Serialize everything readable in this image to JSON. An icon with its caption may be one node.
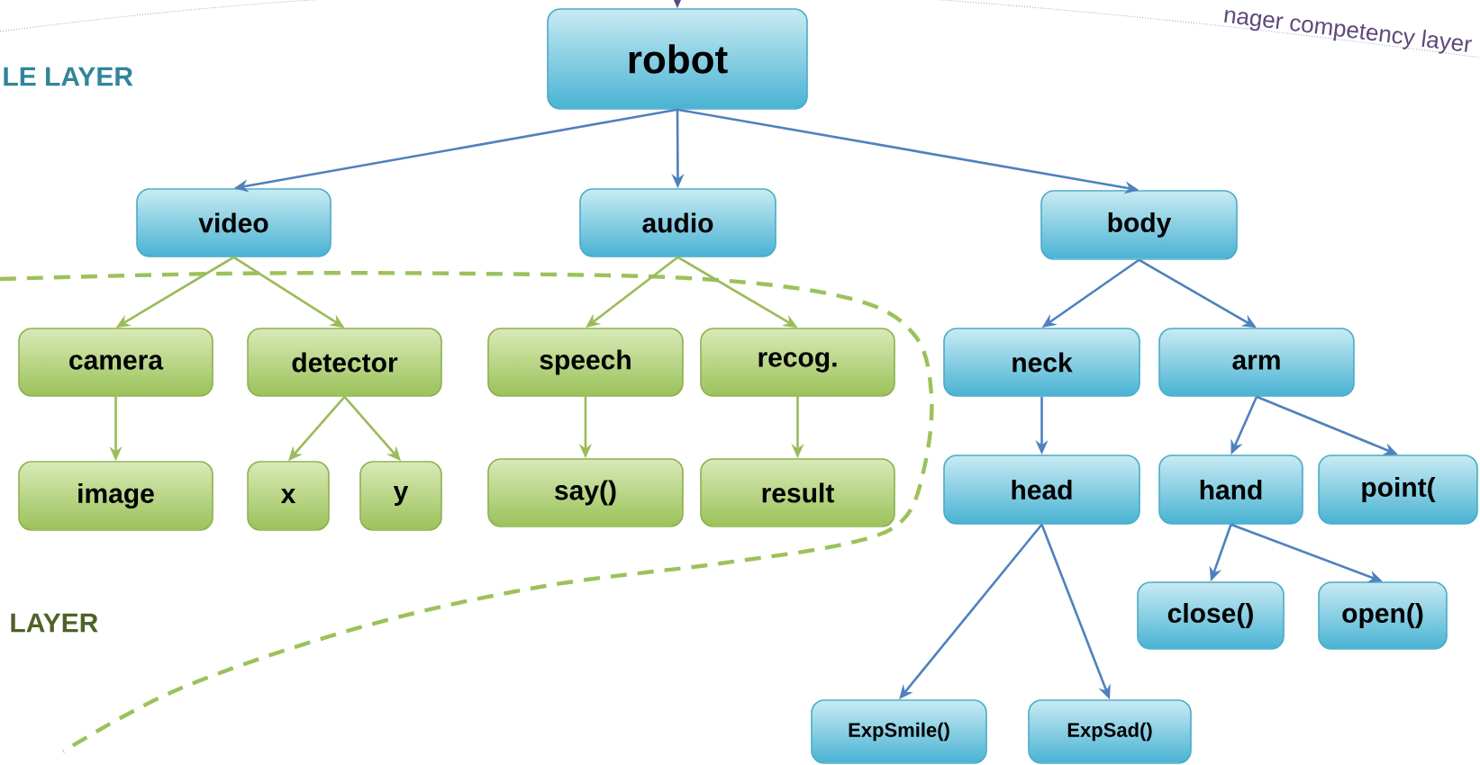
{
  "diagram": {
    "nodes": [
      {
        "text": [
          "robot"
        ]
      },
      {
        "text": [
          "video"
        ]
      },
      {
        "text": [
          "audio"
        ]
      },
      {
        "text": [
          "body"
        ]
      },
      {
        "text": [
          "camera"
        ]
      },
      {
        "text": [
          "detector"
        ]
      },
      {
        "text": [
          "speech"
        ]
      },
      {
        "text": [
          "recog."
        ]
      },
      {
        "text": [
          "neck"
        ]
      },
      {
        "text": [
          "arm"
        ]
      },
      {
        "text": [
          "image"
        ]
      },
      {
        "text": [
          "x"
        ]
      },
      {
        "text": [
          "y"
        ]
      },
      {
        "text": [
          "say()"
        ]
      },
      {
        "text": [
          "result"
        ]
      },
      {
        "text": [
          "head"
        ]
      },
      {
        "text": [
          "hand"
        ]
      },
      {
        "text": [
          "point("
        ]
      },
      {
        "text": [
          "close()"
        ]
      },
      {
        "text": [
          "open()"
        ]
      },
      {
        "text": [
          "ExpSmile()"
        ]
      },
      {
        "text": [
          "ExpSad()"
        ]
      }
    ],
    "edges": [
      {
        "from": null,
        "to": 0,
        "arrow": "to",
        "style": "thick",
        "color": "#5f497a"
      },
      {
        "from": 0,
        "to": 1,
        "arrow": "to"
      },
      {
        "from": 0,
        "to": 2,
        "arrow": "to"
      },
      {
        "from": 0,
        "to": 3,
        "arrow": "to"
      },
      {
        "from": 1,
        "to": 4,
        "arrow": "to",
        "color": "#9bbb59"
      },
      {
        "from": 1,
        "to": 5,
        "arrow": "to",
        "color": "#9bbb59"
      },
      {
        "from": 2,
        "to": 6,
        "arrow": "to",
        "color": "#9bbb59"
      },
      {
        "from": 2,
        "to": 7,
        "arrow": "to",
        "color": "#9bbb59"
      },
      {
        "from": 3,
        "to": 8,
        "arrow": "to"
      },
      {
        "from": 3,
        "to": 9,
        "arrow": "to"
      },
      {
        "from": 4,
        "to": 10,
        "arrow": "to",
        "color": "#9bbb59"
      },
      {
        "from": 5,
        "to": 11,
        "arrow": "to",
        "color": "#9bbb59"
      },
      {
        "from": 5,
        "to": 12,
        "arrow": "to",
        "color": "#9bbb59"
      },
      {
        "from": 6,
        "to": 13,
        "arrow": "to",
        "color": "#9bbb59"
      },
      {
        "from": 7,
        "to": 14,
        "arrow": "to",
        "color": "#9bbb59"
      },
      {
        "from": 8,
        "to": 15,
        "arrow": "to"
      },
      {
        "from": 9,
        "to": 16,
        "arrow": "to"
      },
      {
        "from": 9,
        "to": 17,
        "arrow": "to"
      },
      {
        "from": 15,
        "to": 20,
        "arrow": "to"
      },
      {
        "from": 15,
        "to": 21,
        "arrow": "to"
      },
      {
        "from": 16,
        "to": 18,
        "arrow": "to"
      },
      {
        "from": 16,
        "to": 19,
        "arrow": "to"
      }
    ],
    "labels": [
      "nager competency layer",
      "LE LAYER",
      "LAYER"
    ]
  }
}
